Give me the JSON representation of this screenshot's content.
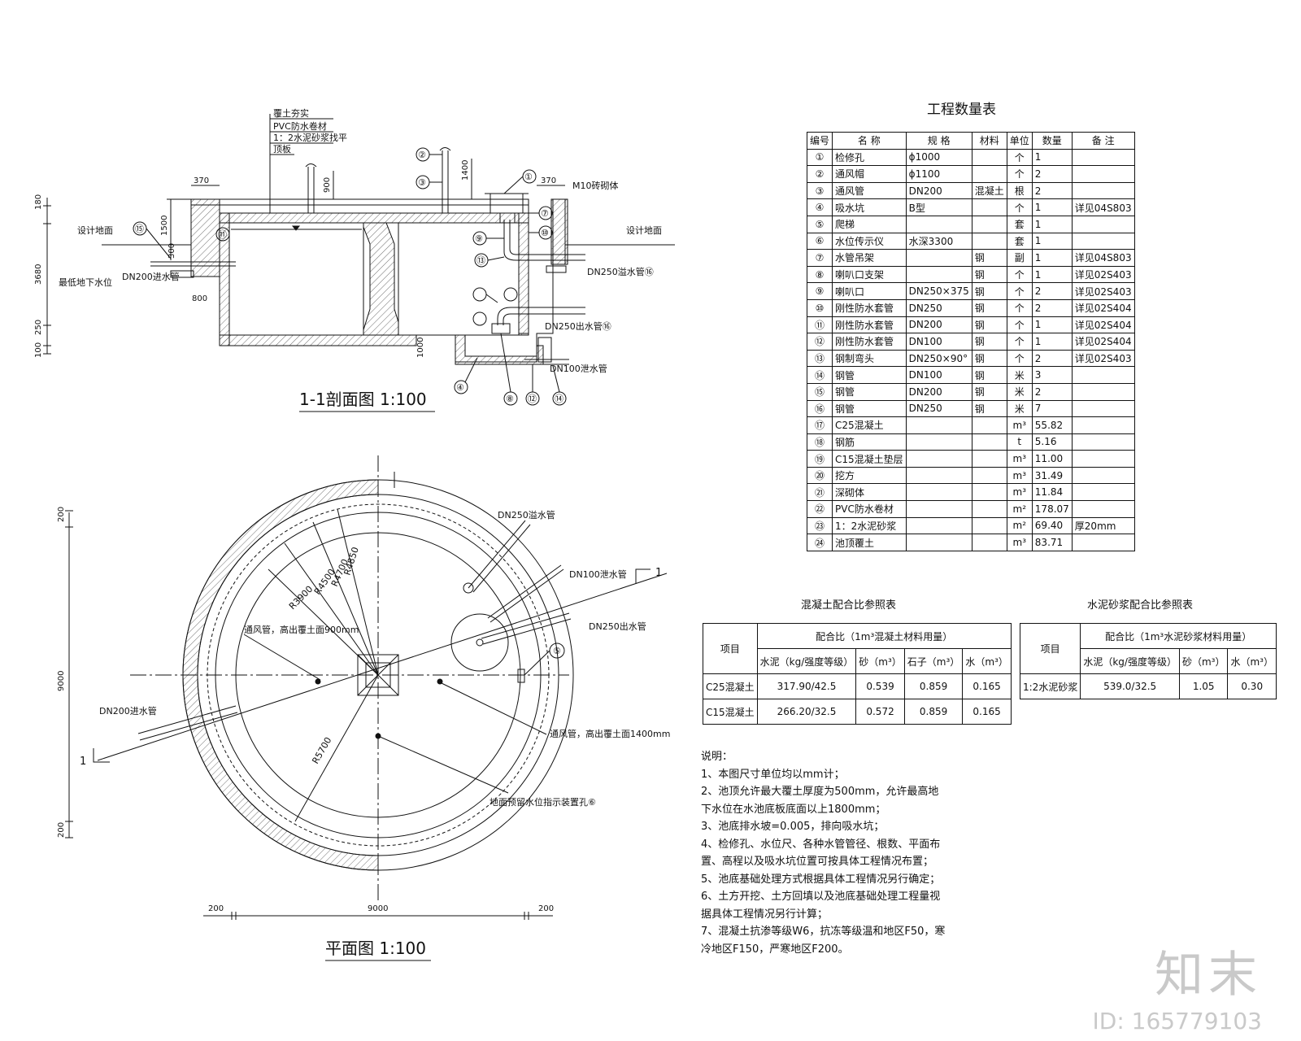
{
  "section_view": {
    "title": "1-1剖面图 1:100",
    "layers": [
      "覆土夯实",
      "PVC防水卷材",
      "1：2水泥砂浆找平",
      "顶板"
    ],
    "dims": [
      "180",
      "1500",
      "3680",
      "250",
      "100",
      "370",
      "900",
      "1400",
      "370",
      "1000",
      "300",
      "800"
    ],
    "labels": {
      "wall": "M10砖砌体",
      "ground_left": "设计地面",
      "ground_right": "设计地面",
      "min_water": "最低地下水位",
      "inlet": "DN200进水管",
      "overflow": "DN250溢水管⑯",
      "suction": "DN250出水管⑯",
      "drain": "DN100泄水管"
    },
    "callouts": [
      "①",
      "②",
      "③",
      "④",
      "⑦",
      "⑧",
      "⑨",
      "⑩",
      "⑪",
      "⑫",
      "⑬",
      "⑭",
      "⑮"
    ]
  },
  "plan_view": {
    "title": "平面图 1:100",
    "radii": [
      "R4850",
      "R4700",
      "R4500",
      "R3900",
      "R5700"
    ],
    "dims": [
      "9000",
      "200",
      "200",
      "9000",
      "200",
      "200"
    ],
    "labels": {
      "overflow": "DN250溢水管",
      "drain": "DN100泄水管",
      "outlet": "DN250出水管",
      "inlet": "DN200进水管",
      "vent1": "通风管，高出覆土面900mm",
      "vent2": "通风管，高出覆土面1400mm",
      "level": "地面预留水位指示装置孔⑥",
      "cut_top": "1",
      "cut_bottom": "1",
      "ref5": "⑤"
    }
  },
  "quantity_table": {
    "title": "工程数量表",
    "headers": [
      "编号",
      "名  称",
      "规  格",
      "材料",
      "单位",
      "数量",
      "备  注"
    ],
    "rows": [
      [
        "①",
        "检修孔",
        "ϕ1000",
        "",
        "个",
        "1",
        ""
      ],
      [
        "②",
        "通风帽",
        "ϕ1100",
        "",
        "个",
        "2",
        ""
      ],
      [
        "③",
        "通风管",
        "DN200",
        "混凝土",
        "根",
        "2",
        ""
      ],
      [
        "④",
        "吸水坑",
        "B型",
        "",
        "个",
        "1",
        "详见04S803"
      ],
      [
        "⑤",
        "爬梯",
        "",
        "",
        "套",
        "1",
        ""
      ],
      [
        "⑥",
        "水位传示仪",
        "水深3300",
        "",
        "套",
        "1",
        ""
      ],
      [
        "⑦",
        "水管吊架",
        "",
        "钢",
        "副",
        "1",
        "详见04S803"
      ],
      [
        "⑧",
        "喇叭口支架",
        "",
        "钢",
        "个",
        "1",
        "详见02S403"
      ],
      [
        "⑨",
        "喇叭口",
        "DN250×375",
        "钢",
        "个",
        "2",
        "详见02S403"
      ],
      [
        "⑩",
        "刚性防水套管",
        "DN250",
        "钢",
        "个",
        "2",
        "详见02S404"
      ],
      [
        "⑪",
        "刚性防水套管",
        "DN200",
        "钢",
        "个",
        "1",
        "详见02S404"
      ],
      [
        "⑫",
        "刚性防水套管",
        "DN100",
        "钢",
        "个",
        "1",
        "详见02S404"
      ],
      [
        "⑬",
        "钢制弯头",
        "DN250×90°",
        "钢",
        "个",
        "2",
        "详见02S403"
      ],
      [
        "⑭",
        "钢管",
        "DN100",
        "钢",
        "米",
        "3",
        ""
      ],
      [
        "⑮",
        "钢管",
        "DN200",
        "钢",
        "米",
        "2",
        ""
      ],
      [
        "⑯",
        "钢管",
        "DN250",
        "钢",
        "米",
        "7",
        ""
      ],
      [
        "⑰",
        "C25混凝土",
        "",
        "",
        "m³",
        "55.82",
        ""
      ],
      [
        "⑱",
        "钢筋",
        "",
        "",
        "t",
        "5.16",
        ""
      ],
      [
        "⑲",
        "C15混凝土垫层",
        "",
        "",
        "m³",
        "11.00",
        ""
      ],
      [
        "⑳",
        "挖方",
        "",
        "",
        "m³",
        "31.49",
        ""
      ],
      [
        "㉑",
        "深砌体",
        "",
        "",
        "m³",
        "11.84",
        ""
      ],
      [
        "㉒",
        "PVC防水卷材",
        "",
        "",
        "m²",
        "178.07",
        ""
      ],
      [
        "㉓",
        "1：2水泥砂浆",
        "",
        "",
        "m²",
        "69.40",
        "厚20mm"
      ],
      [
        "㉔",
        "池顶覆土",
        "",
        "",
        "m³",
        "83.71",
        ""
      ]
    ]
  },
  "concrete_table": {
    "title": "混凝土配合比参照表",
    "item_header": "项目",
    "group_header": "配合比（1m³混凝土材料用量）",
    "sub_headers": [
      "水泥（kg/强度等级）",
      "砂（m³）",
      "石子（m³）",
      "水（m³）"
    ],
    "rows": [
      [
        "C25混凝土",
        "317.90/42.5",
        "0.539",
        "0.859",
        "0.165"
      ],
      [
        "C15混凝土",
        "266.20/32.5",
        "0.572",
        "0.859",
        "0.165"
      ]
    ]
  },
  "mortar_table": {
    "title": "水泥砂浆配合比参照表",
    "item_header": "项目",
    "group_header": "配合比（1m³水泥砂浆材料用量）",
    "sub_headers": [
      "水泥（kg/强度等级）",
      "砂（m³）",
      "水（m³）"
    ],
    "rows": [
      [
        "1:2水泥砂浆",
        "539.0/32.5",
        "1.05",
        "0.30"
      ]
    ]
  },
  "notes": {
    "title": "说明：",
    "lines": [
      "1、本图尺寸单位均以mm计；",
      "2、池顶允许最大覆土厚度为500mm，允许最高地",
      "下水位在水池底板底面以上1800mm；",
      "3、池底排水坡=0.005，排向吸水坑；",
      "4、检修孔、水位尺、各种水管管径、根数、平面布",
      "置、高程以及吸水坑位置可按具体工程情况布置；",
      "5、池底基础处理方式根据具体工程情况另行确定；",
      "6、土方开挖、土方回填以及池底基础处理工程量视",
      "据具体工程情况另行计算；",
      "7、混凝土抗渗等级W6，抗冻等级温和地区F50，寒",
      "冷地区F150，严寒地区F200。"
    ]
  },
  "watermark": {
    "logo": "知末",
    "id": "ID: 165779103"
  }
}
